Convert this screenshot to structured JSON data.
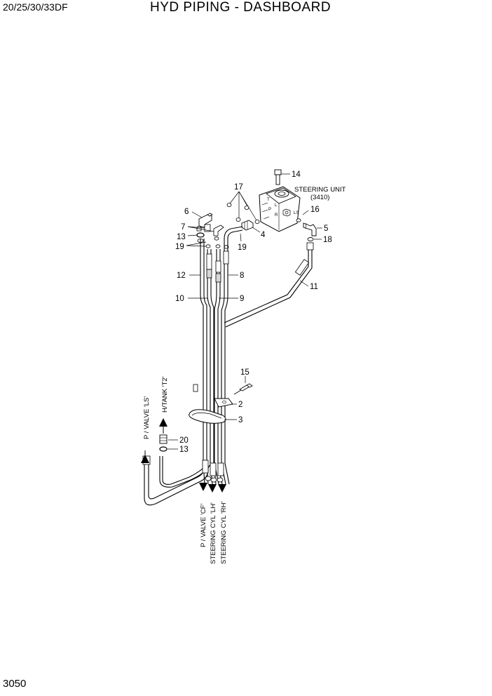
{
  "header": {
    "model": "20/25/30/33DF",
    "title": "HYD PIPING - DASHBOARD"
  },
  "page_number": "3050",
  "assembly": {
    "name": "STEERING UNIT",
    "ref": "(3410)",
    "port_labels": {
      "ls": "LS",
      "t": "T",
      "l": "L",
      "p": "P",
      "r": "R"
    }
  },
  "parts": {
    "p2": "2",
    "p3": "3",
    "p4": "4",
    "p5": "5",
    "p6": "6",
    "p7": "7",
    "p8": "8",
    "p9": "9",
    "p10": "10",
    "p11": "11",
    "p12": "12",
    "p13a": "13",
    "p13b": "13",
    "p14": "14",
    "p15": "15",
    "p16": "16",
    "p17": "17",
    "p18": "18",
    "p19a": "19",
    "p19b": "19",
    "p20": "20"
  },
  "connections": {
    "pvalve_ls": "P / VALVE 'LS'",
    "htank_t2": "H/TANK 'T2'",
    "pvalve_cf": "P / VALVE 'CF'",
    "steer_lh": "STEERING CYL 'LH'",
    "steer_rh": "STEERING CYL 'RH'"
  }
}
